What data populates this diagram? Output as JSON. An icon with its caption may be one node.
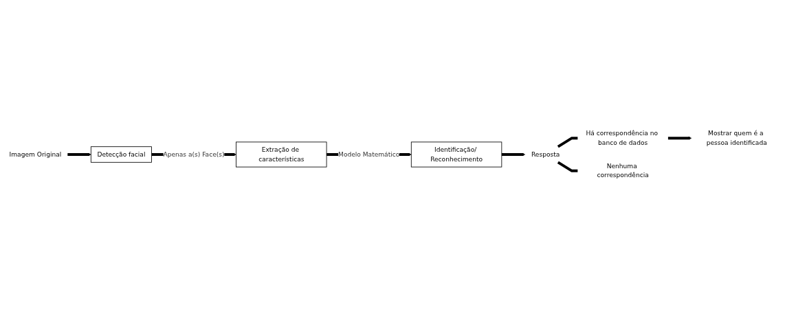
{
  "diagram": {
    "nodes": [
      {
        "text": [
          "Imagem Original"
        ]
      },
      {
        "text": [
          "Detecção facial"
        ]
      },
      {
        "text": [
          "Extração de características"
        ]
      },
      {
        "text": [
          "Identificação/ Reconhecimento"
        ]
      },
      {
        "text": [
          "Resposta"
        ]
      },
      {
        "text": [
          "Há correspondência no banco de dados"
        ]
      },
      {
        "text": [
          "Mostrar quem é a pessoa identificada"
        ]
      },
      {
        "text": [
          "Nenhuma correspondência"
        ]
      }
    ],
    "edges": [
      {
        "from": 0,
        "to": 1,
        "arrow": "to"
      },
      {
        "from": 1,
        "to": 2,
        "arrow": "to",
        "label": "Apenas a(s) Face(s)"
      },
      {
        "from": 2,
        "to": 3,
        "arrow": "to",
        "label": "Modelo Matemático"
      },
      {
        "from": 3,
        "to": 4,
        "arrow": "to"
      },
      {
        "from": 4,
        "to": 5,
        "arrow": "none"
      },
      {
        "from": 4,
        "to": 7,
        "arrow": "none"
      },
      {
        "from": 5,
        "to": 6,
        "arrow": "to"
      }
    ]
  }
}
